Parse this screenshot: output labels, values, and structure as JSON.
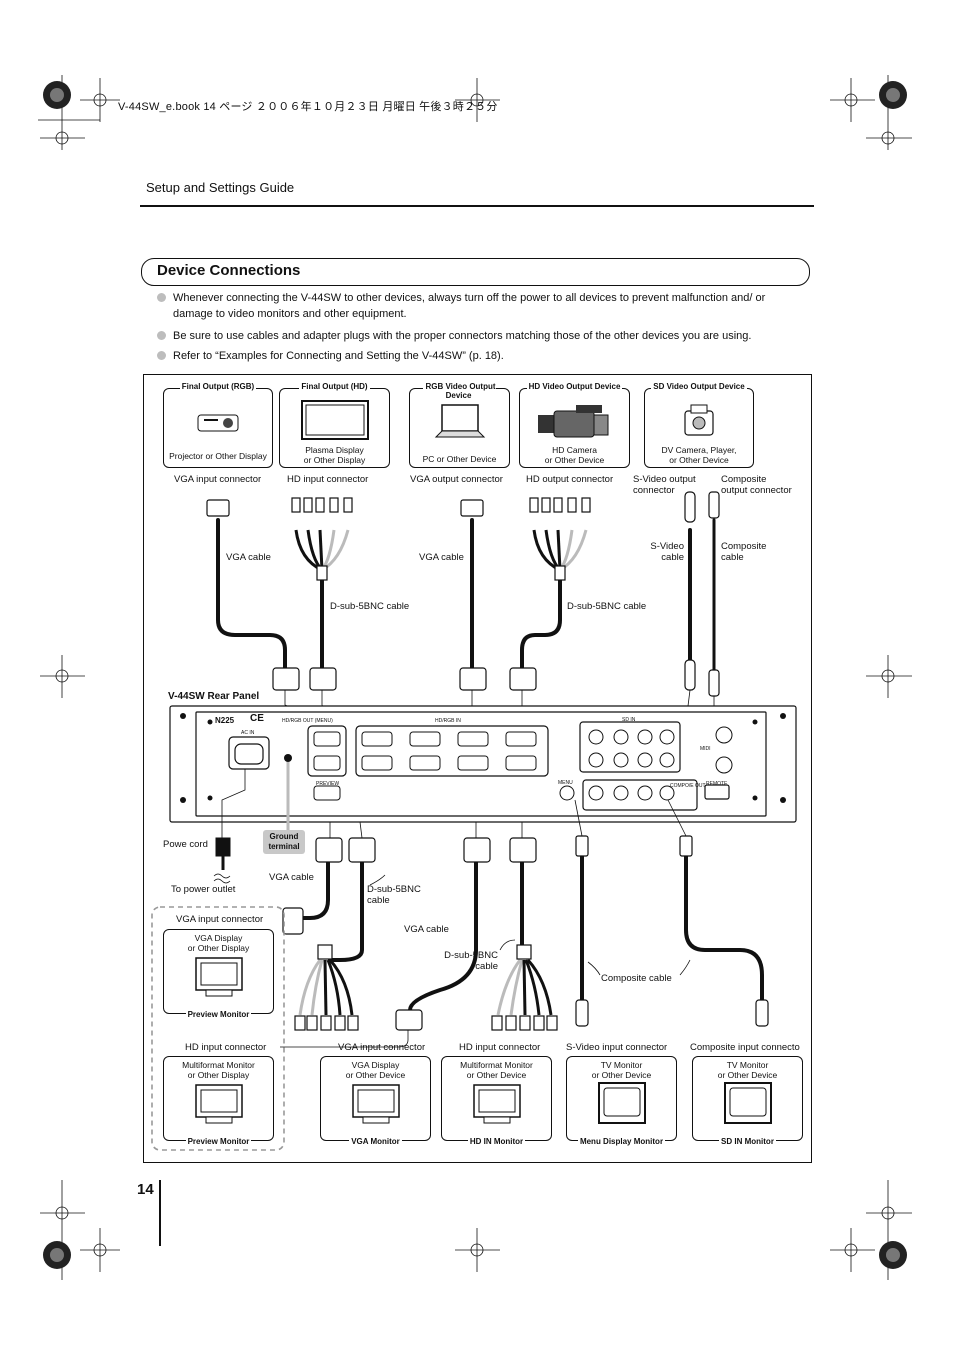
{
  "print_header": "V-44SW_e.book  14 ページ  ２００６年１０月２３日  月曜日  午後３時２５分",
  "running_head": "Setup and Settings Guide",
  "section_title": "Device Connections",
  "bullets": [
    "Whenever connecting the V-44SW to other devices, always turn off the power to all devices to prevent malfunction and/ or damage to video monitors and other equipment.",
    "Be sure to use cables and adapter plugs with the proper connectors matching those of the other devices you are using.",
    "Refer to “Examples for Connecting and Setting the V-44SW” (p. 18)."
  ],
  "top_devices": [
    {
      "title": "Final Output (RGB)",
      "desc": "Projector or Other Display",
      "icon": "projector-icon"
    },
    {
      "title": "Final Output (HD)",
      "desc": "Plasma Display\nor Other Display",
      "icon": "plasma-display-icon"
    },
    {
      "title": "RGB Video Output Device",
      "desc": "PC or Other Device",
      "icon": "laptop-icon"
    },
    {
      "title": "HD Video Output Device",
      "desc": "HD Camera\nor Other Device",
      "icon": "camcorder-icon"
    },
    {
      "title": "SD Video Output Device",
      "desc": "DV Camera, Player,\nor Other Device",
      "icon": "dv-camera-icon"
    }
  ],
  "top_connectors": {
    "vga_in": "VGA input connector",
    "hd_in": "HD input connector",
    "vga_out": "VGA output connector",
    "hd_out": "HD output connector",
    "svideo_out": "S-Video output\nconnector",
    "composite_out": "Composite\noutput connector"
  },
  "cables": {
    "vga_cable": "VGA cable",
    "dsub_cable": "D-sub-5BNC cable",
    "svideo_cable": "S-Video\ncable",
    "composite_cable": "Composite\ncable",
    "composite_cable_lower": "Composite cable",
    "dsub_cable_lower": "D-sub-5BNC\ncable",
    "dsub_cable_lower2": "D-sub-5BNC\ncable"
  },
  "panel": {
    "label": "V-44SW Rear Panel",
    "ac_in": "AC IN",
    "n225": "N225",
    "ce": "CE",
    "hd_rgb_out": "HD/RGB OUT (MENU)",
    "hd_rgb_in": "HD/RGB IN",
    "preview": "PREVIEW",
    "sd_in": "SD IN",
    "midi": "MIDI",
    "remote": "REMOTE",
    "menu": "MENU",
    "compo_out": "COMPO/E OUT",
    "ground": "Ground\nterminal"
  },
  "power": {
    "cord": "Powe cord",
    "outlet": "To power outlet"
  },
  "bottom_connectors": {
    "vga_in_preview": "VGA input connector",
    "hd_in_preview": "HD input connector",
    "vga_in": "VGA input connector",
    "hd_in": "HD input connector",
    "svideo_in": "S-Video input connector",
    "composite_in": "Composite input connecto"
  },
  "bottom_devices": [
    {
      "desc": "VGA Display\nor Other Display",
      "foot": "Preview Monitor",
      "icon": "crt-monitor-icon"
    },
    {
      "desc": "Multiformat Monitor\nor Other Display",
      "foot": "Preview Monitor",
      "icon": "crt-monitor-icon"
    },
    {
      "desc": "VGA Display\nor Other Device",
      "foot": "VGA Monitor",
      "icon": "crt-monitor-icon"
    },
    {
      "desc": "Multiformat Monitor\nor Other Device",
      "foot": "HD IN Monitor",
      "icon": "crt-monitor-icon"
    },
    {
      "desc": "TV Monitor\nor Other Device",
      "foot": "Menu Display Monitor",
      "icon": "tv-monitor-icon"
    },
    {
      "desc": "TV Monitor\nor Other Device",
      "foot": "SD IN Monitor",
      "icon": "tv-monitor-icon"
    }
  ],
  "page_number": "14"
}
